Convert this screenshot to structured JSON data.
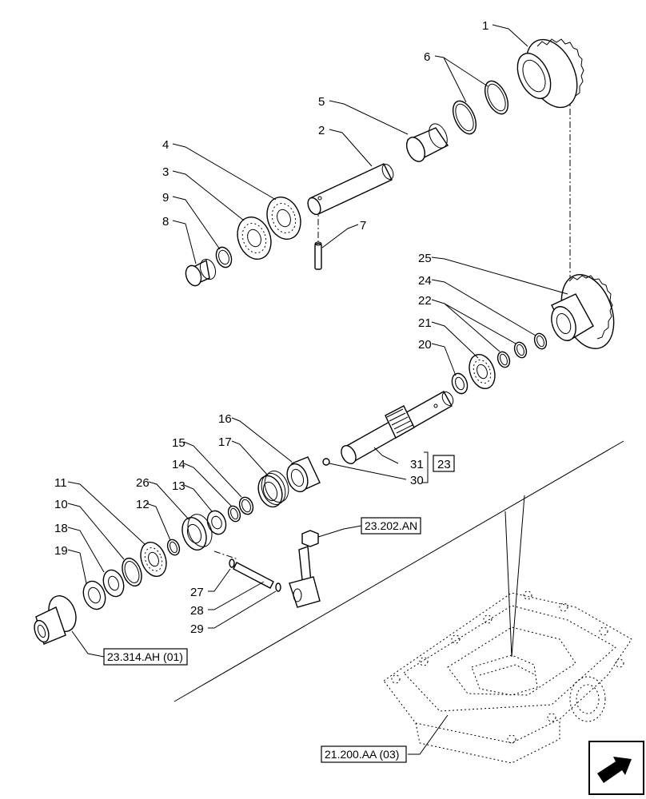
{
  "callouts": {
    "c1": "1",
    "c2": "2",
    "c3": "3",
    "c4": "4",
    "c5": "5",
    "c6": "6",
    "c7": "7",
    "c8": "8",
    "c9": "9",
    "c10": "10",
    "c11": "11",
    "c12": "12",
    "c13": "13",
    "c14": "14",
    "c15": "15",
    "c16": "16",
    "c17": "17",
    "c18": "18",
    "c19": "19",
    "c20": "20",
    "c21": "21",
    "c22": "22",
    "c23": "23",
    "c24": "24",
    "c25": "25",
    "c26": "26",
    "c27": "27",
    "c28": "28",
    "c29": "29",
    "c30": "30",
    "c31": "31"
  },
  "references": {
    "r_23202AN": "23.202.AN",
    "r_23314AH": "23.314.AH (01)",
    "r_21200AA": "21.200.AA (03)"
  },
  "icons": {
    "nav": "next-page-arrow-icon"
  }
}
